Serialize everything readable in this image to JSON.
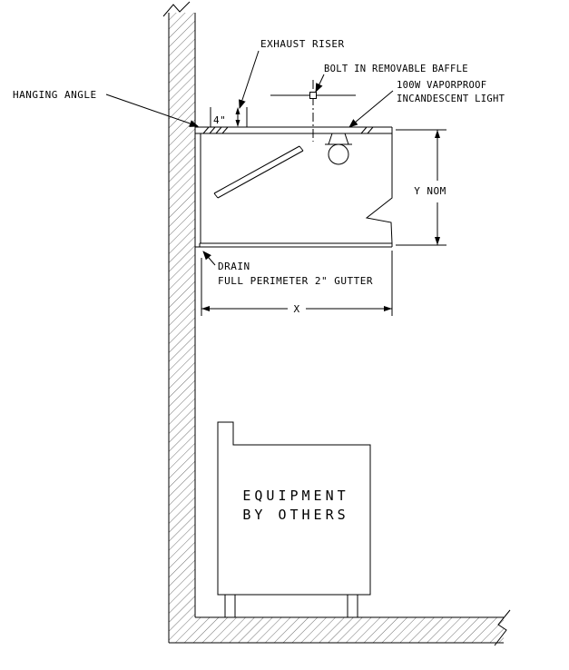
{
  "diagram": {
    "labels": {
      "exhaust_riser": "EXHAUST RISER",
      "bolt_baffle": "BOLT IN REMOVABLE BAFFLE",
      "light_line1": "100W VAPORPROOF",
      "light_line2": "INCANDESCENT LIGHT",
      "hanging_angle": "HANGING ANGLE",
      "drain": "DRAIN",
      "gutter": "FULL PERIMETER 2\" GUTTER",
      "equipment_line1": "EQUIPMENT",
      "equipment_line2": "BY OTHERS"
    },
    "dimensions": {
      "riser_height": "4\"",
      "hood_height": "Y NOM",
      "hood_width": "X"
    },
    "colors": {
      "line": "#000000",
      "background": "#ffffff"
    }
  }
}
